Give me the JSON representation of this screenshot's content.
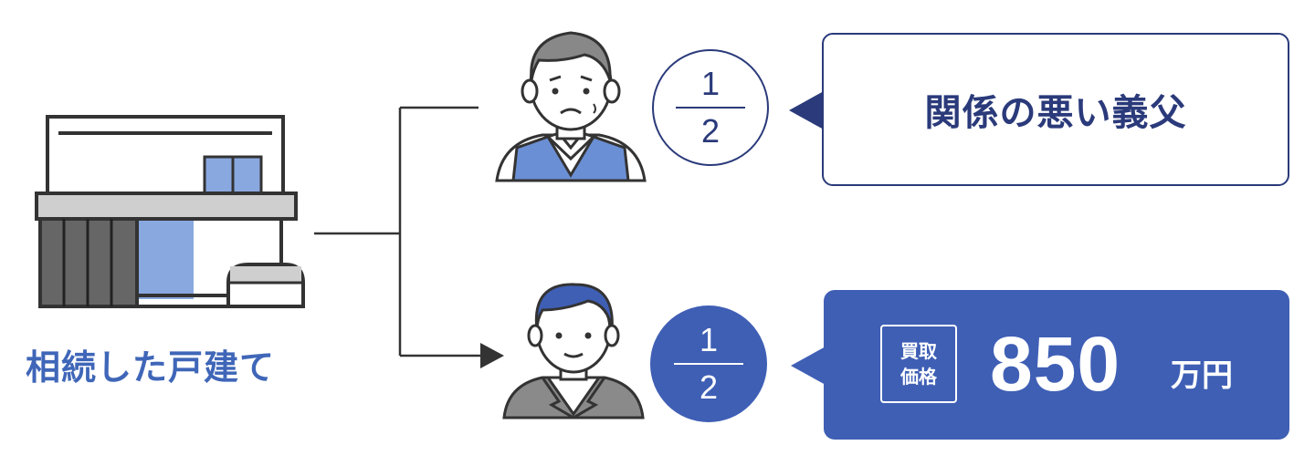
{
  "house": {
    "label": "相続した戸建て"
  },
  "heirs": [
    {
      "share_numerator": "1",
      "share_denominator": "2",
      "description": "関係の悪い義父"
    },
    {
      "share_numerator": "1",
      "share_denominator": "2",
      "price_badge_line1": "買取",
      "price_badge_line2": "価格",
      "price_value": "850",
      "price_unit": "万円"
    }
  ],
  "colors": {
    "navy": "#2a3a7a",
    "blue": "#3f5fb5",
    "label_blue": "#3f66b8",
    "gray": "#666666"
  }
}
